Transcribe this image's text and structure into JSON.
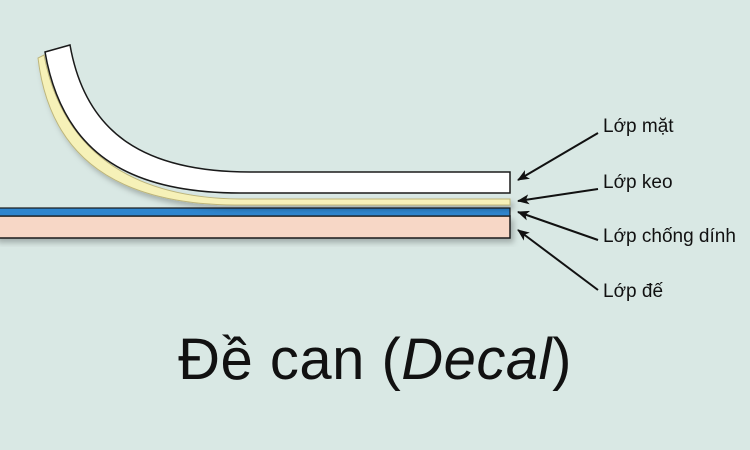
{
  "labels": {
    "surface_layer": "Lớp mặt",
    "adhesive_layer": "Lớp keo",
    "antistick_layer": "Lớp chống dính",
    "base_layer": "Lớp đế"
  },
  "title": {
    "main": "Đề can (",
    "italic": "Decal",
    "close": ")"
  },
  "colors": {
    "background": "#d9e8e4",
    "surface": "#ffffff",
    "adhesive": "#f6f1b8",
    "antistick": "#2f86cf",
    "base": "#f7d7c6",
    "outline": "#1a1a1a"
  }
}
